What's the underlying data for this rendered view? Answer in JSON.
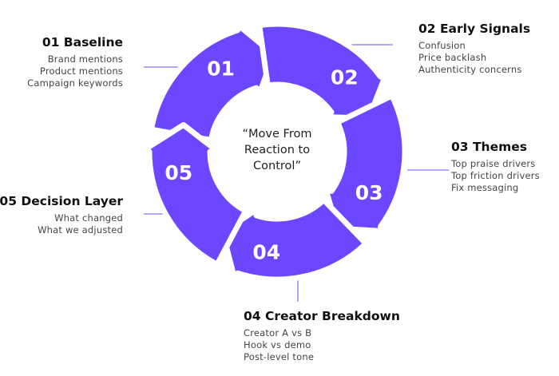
{
  "center_text": [
    "“Move From",
    "Reaction to",
    "Control”"
  ],
  "colors": {
    "accent": "#6c47ff",
    "text": "#111111",
    "muted": "#444444"
  },
  "steps": [
    {
      "number": "01",
      "title": "01 Baseline",
      "items": [
        "Brand mentions",
        "Product mentions",
        "Campaign keywords"
      ]
    },
    {
      "number": "02",
      "title": "02 Early Signals",
      "items": [
        "Confusion",
        "Price backlash",
        "Authenticity concerns"
      ]
    },
    {
      "number": "03",
      "title": "03 Themes",
      "items": [
        "Top praise drivers",
        "Top friction drivers",
        "Fix messaging"
      ]
    },
    {
      "number": "04",
      "title": "04 Creator Breakdown",
      "items": [
        "Creator A vs B",
        "Hook vs demo",
        "Post-level tone"
      ]
    },
    {
      "number": "05",
      "title": "05 Decision Layer",
      "items": [
        "What changed",
        "What we adjusted"
      ]
    }
  ]
}
